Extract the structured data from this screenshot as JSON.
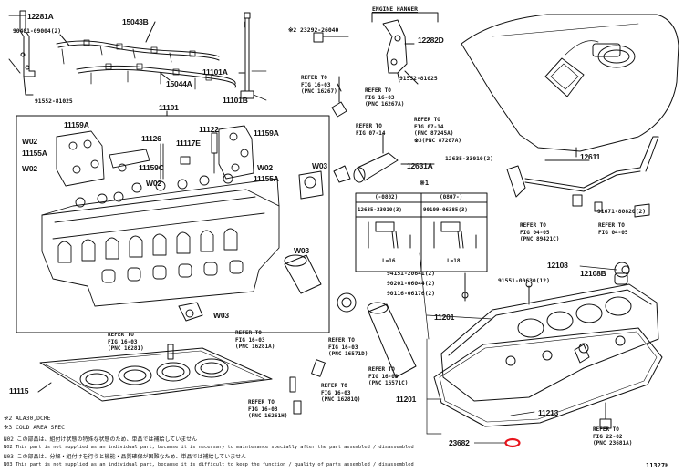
{
  "labels": {
    "l12281A": "12281A",
    "l15043B": "15043B",
    "l90401": "90401-09004(2)",
    "l15044A": "15044A",
    "l11101A": "11101A",
    "l11101B": "11101B",
    "l91552": "91552-81025",
    "l11101": "11101",
    "l11159A_top": "11159A",
    "lW02_1": "W02",
    "l11155A_left": "11155A",
    "lW02_2": "W02",
    "l11126": "11126",
    "l11117E": "11117E",
    "l11122": "11122",
    "l11159A_r": "11159A",
    "l11159C": "11159C",
    "lW02_3": "W02",
    "l11155A_r": "11155A",
    "lW02_4": "W02",
    "lW03_1": "W03",
    "lW03_2": "W03",
    "lW03_3": "W03",
    "l11115": "11115",
    "l23292": "※2 23292-26040",
    "engine_hanger": "ENGINE HANGER",
    "l12282D": "12282D",
    "l91552b": "91552-81025",
    "l12631A": "12631A",
    "l12635": "12635-33010(2)",
    "star1": "※1",
    "l12611": "12611",
    "l91671": "91671-80820(2)",
    "l12108": "12108",
    "l12108B": "12108B",
    "l94151": "94151-20641(2)",
    "l90201": "90201-06044(2)",
    "l90116": "90116-06176(2)",
    "l91551": "91551-00630(12)",
    "l11201": "11201",
    "l11201b": "11201",
    "l11213": "11213",
    "l23682": "23682",
    "fig_id": "11327H"
  },
  "table": {
    "col1": "(-0802)",
    "col2": "(0807-)",
    "part1": "12635-33010(3)",
    "part2": "90109-06385(3)",
    "len1": "L=16",
    "len2": "L=18"
  },
  "refs": {
    "r1": "REFER TO\nFIG 16-03\n(PNC 16267)",
    "r2": "REFER TO\nFIG 16-03\n(PNC 16267A)",
    "r3": "REFER TO\nFIG 07-14\n(PNC 87245A)\n※3(PNC 87207A)",
    "r4": "REFER TO\nFIG 07-14",
    "r5": "REFER TO\nFIG 04-05\n(PNC 89421C)",
    "r6": "REFER TO\nFIG 04-05",
    "r7": "REFER TO\nFIG 16-03\n(PNC 16281)",
    "r8": "REFER TO\nFIG 16-03\n(PNC 16281A)",
    "r9": "REFER TO\nFIG 16-03\n(PNC 16571D)",
    "r10": "REFER TO\nFIG 16-03\n(PNC 16571C)",
    "r11": "REFER TO\nFIG 16-03\n(PNC 16281Q)",
    "r12": "REFER TO\nFIG 16-03\n(PNC 16261H)",
    "r13": "REFER TO\nFIG 22-02\n(PNC 23681A)"
  },
  "notes": {
    "n1": "※2  ALA30,DCRE",
    "n2": "※3  COLD AREA SPEC",
    "n3": "N02  この部品は、組付け状態の特殊な状態のため、単品では補給していません",
    "n4": "N02  This part is not supplied as an individual part, because it is necessary to maintenance specially after the part assembled / disassembled",
    "n5": "N03  この部品は、分解・組付けを行うと機能・品質確保が困難なため、単品では補給していません",
    "n6": "N03  This part is not supplied as an individual part, because it is difficult to keep the function / quality of parts  assembled / disassembled"
  },
  "colors": {
    "ink": "#111111",
    "highlight": "#e8141c"
  }
}
